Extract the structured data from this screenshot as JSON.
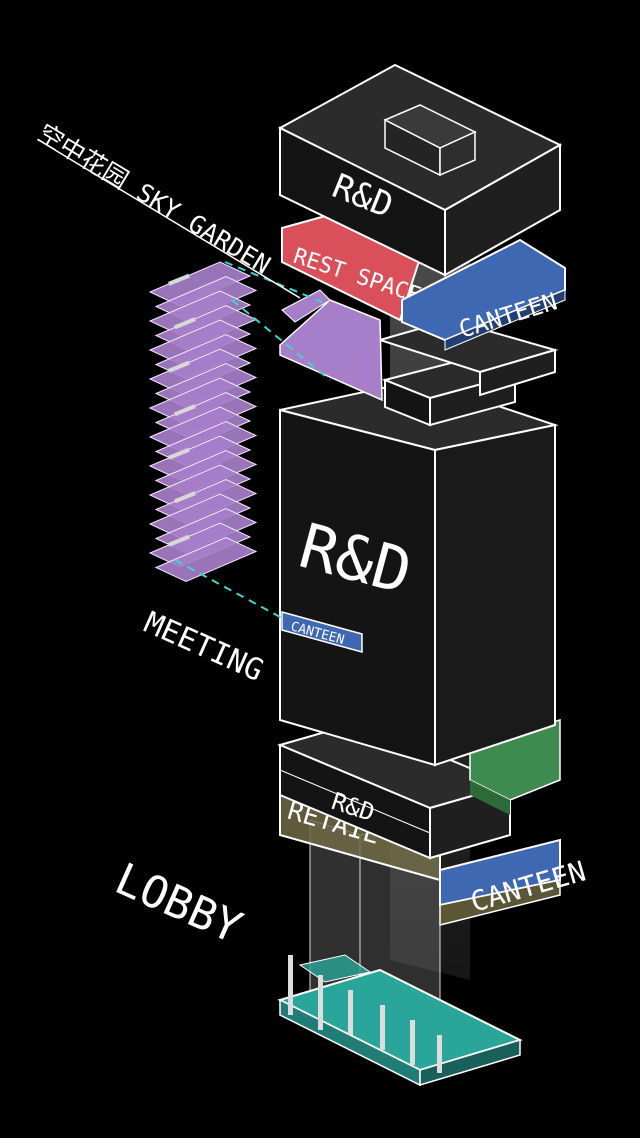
{
  "labels": {
    "sky_garden": "空中花园 SKY GARDEN",
    "rd_top": "R&D",
    "rest_space": "REST SPACE",
    "canteen_top": "CANTEEN",
    "rd_main": "R&D",
    "canteen_small": "CANTEEN",
    "meeting": "MEETING",
    "rd_podium": "R&D",
    "retail": "RETAIL",
    "canteen_bottom": "CANTEEN",
    "lobby": "LOBBY"
  },
  "colors": {
    "background": "#000000",
    "outline": "#ffffff",
    "block_top": "#2b2b2b",
    "block_front": "#141414",
    "block_side": "#1f1f1f",
    "rest_space": "#d9505a",
    "canteen": "#3f68b3",
    "sky_garden": "#a77ec9",
    "meeting": "#3f8a4f",
    "retail": "#6f6a45",
    "lobby": "#2aa59a",
    "leader": "#3fd6d0"
  }
}
